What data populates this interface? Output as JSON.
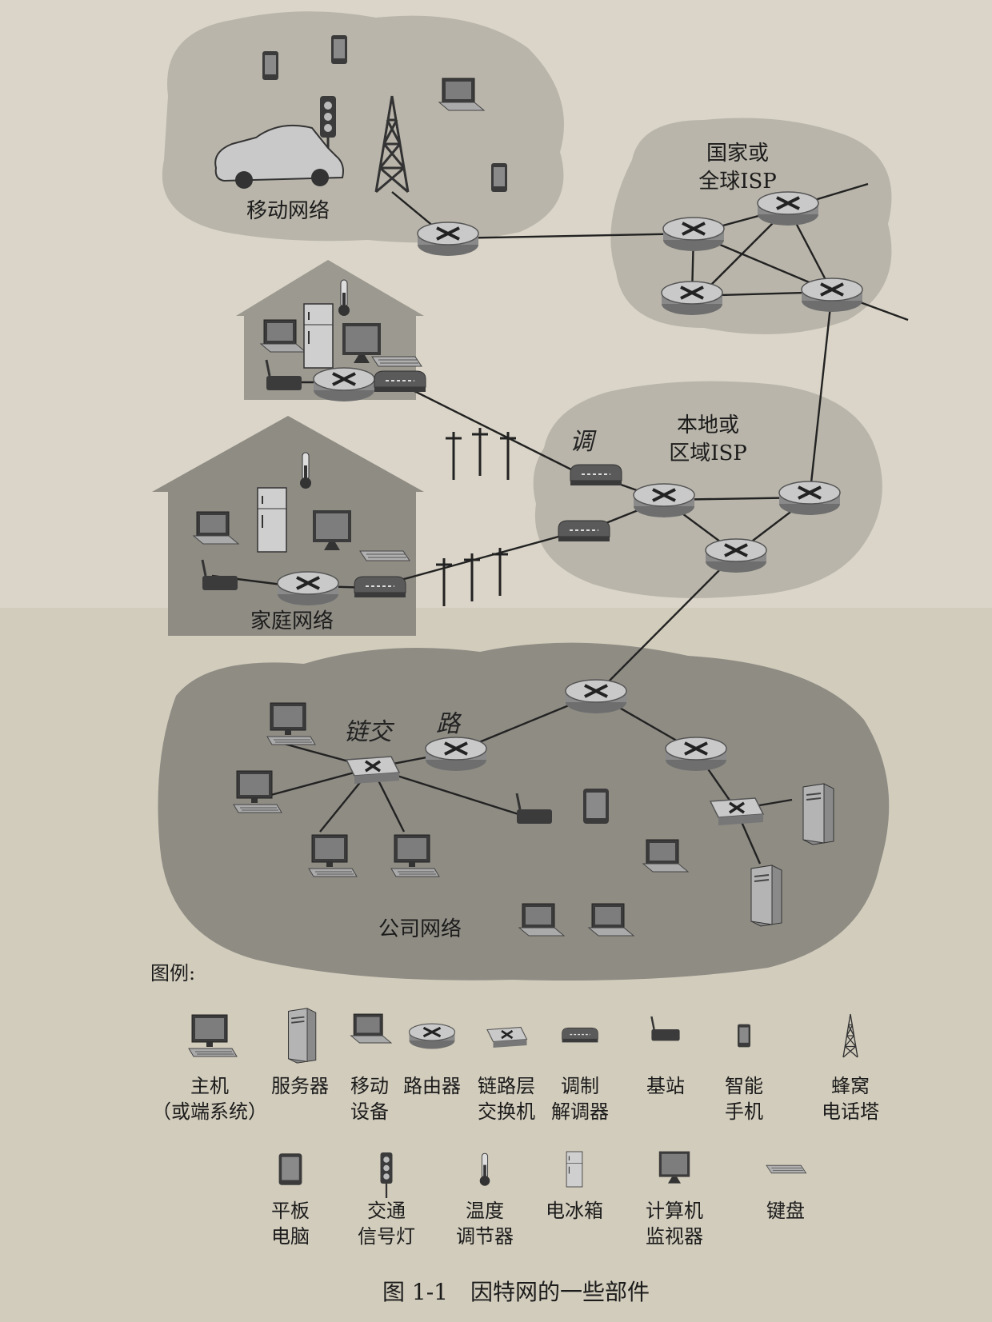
{
  "regions": {
    "mobile": "移动网络",
    "national_isp": [
      "国家或",
      "全球ISP"
    ],
    "local_isp": [
      "本地或",
      "区域ISP"
    ],
    "home": "家庭网络",
    "enterprise": "公司网络"
  },
  "annotations": {
    "modem_note": "调",
    "switch_note": "链交",
    "router_note": "路"
  },
  "legend": {
    "title": "图例:",
    "row1": [
      {
        "icon": "desktop-host-icon",
        "lines": [
          "主机",
          "（或端系统）"
        ]
      },
      {
        "icon": "server-icon",
        "lines": [
          "服务器"
        ]
      },
      {
        "icon": "mobile-device-icon",
        "lines": [
          "移动",
          "设备"
        ]
      },
      {
        "icon": "router-icon",
        "lines": [
          "路由器"
        ]
      },
      {
        "icon": "link-layer-switch-icon",
        "lines": [
          "链路层",
          "交换机"
        ]
      },
      {
        "icon": "modem-icon",
        "lines": [
          "调制",
          "解调器"
        ]
      },
      {
        "icon": "base-station-icon",
        "lines": [
          "基站"
        ]
      },
      {
        "icon": "smartphone-icon",
        "lines": [
          "智能",
          "手机"
        ]
      },
      {
        "icon": "cell-tower-icon",
        "lines": [
          "蜂窝",
          "电话塔"
        ]
      }
    ],
    "row2": [
      {
        "icon": "tablet-icon",
        "lines": [
          "平板",
          "电脑"
        ]
      },
      {
        "icon": "traffic-light-icon",
        "lines": [
          "交通",
          "信号灯"
        ]
      },
      {
        "icon": "thermostat-icon",
        "lines": [
          "温度",
          "调节器"
        ]
      },
      {
        "icon": "refrigerator-icon",
        "lines": [
          "电冰箱"
        ]
      },
      {
        "icon": "monitor-icon",
        "lines": [
          "计算机",
          "监视器"
        ]
      },
      {
        "icon": "keyboard-icon",
        "lines": [
          "键盘"
        ]
      }
    ]
  },
  "caption": "图 1-1　因特网的一些部件",
  "colors": {
    "paper": "#d9d4c6",
    "cloud_light": "#b9b5aa",
    "cloud_dark": "#8f8c84",
    "device": "#3b3b3b"
  }
}
